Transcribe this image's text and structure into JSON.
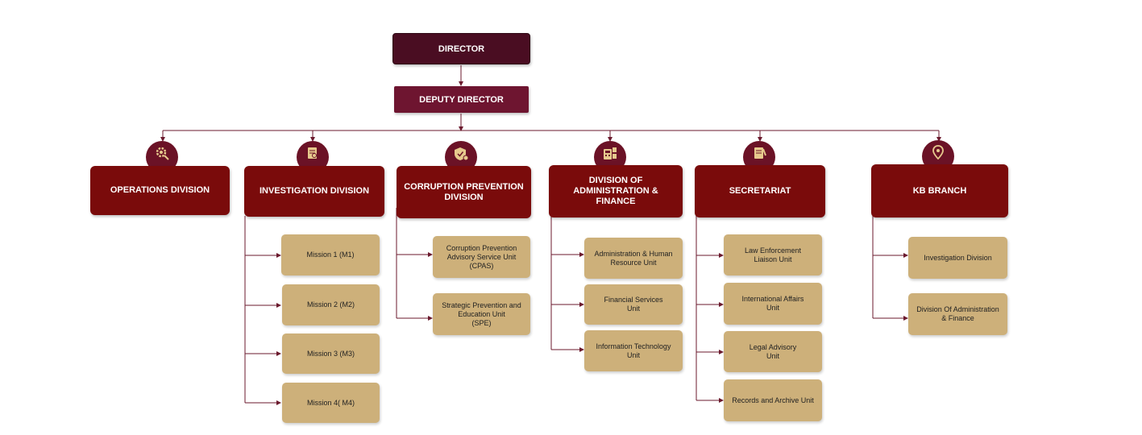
{
  "director": "DIRECTOR",
  "deputy": "DEPUTY DIRECTOR",
  "divisions": [
    {
      "label": "OPERATIONS DIVISION",
      "icon": "operations-gear-icon",
      "units": []
    },
    {
      "label": "INVESTIGATION DIVISION",
      "icon": "investigation-document-icon",
      "units": [
        "Mission 1 (M1)",
        "Mission 2 (M2)",
        "Mission 3 (M3)",
        "Mission 4( M4)"
      ]
    },
    {
      "label": "CORRUPTION PREVENTION\nDIVISION",
      "icon": "shield-icon",
      "units": [
        "Corruption Prevention\nAdvisory Service Unit\n(CPAS)",
        "Strategic Prevention and\nEducation Unit\n(SPE)"
      ]
    },
    {
      "label": "DIVISION OF\nADMINISTRATION & FINANCE",
      "icon": "calculator-icon",
      "units": [
        "Administration & Human\nResource Unit",
        "Financial Services\nUnit",
        "Information Technology\nUnit"
      ]
    },
    {
      "label": "SECRETARIAT",
      "icon": "notepad-icon",
      "units": [
        "Law Enforcement\nLiaison Unit",
        "International Affairs\nUnit",
        "Legal Advisory\nUnit",
        "Records and Archive Unit"
      ]
    },
    {
      "label": "KB BRANCH",
      "icon": "location-pin-icon",
      "units": [
        "Investigation Division",
        "Division Of Administration\n& Finance"
      ]
    }
  ],
  "colors": {
    "director": "#4a0d22",
    "deputy": "#6e1530",
    "division": "#7a0b0b",
    "unit": "#cdb07a",
    "line": "#6b1a2e"
  }
}
